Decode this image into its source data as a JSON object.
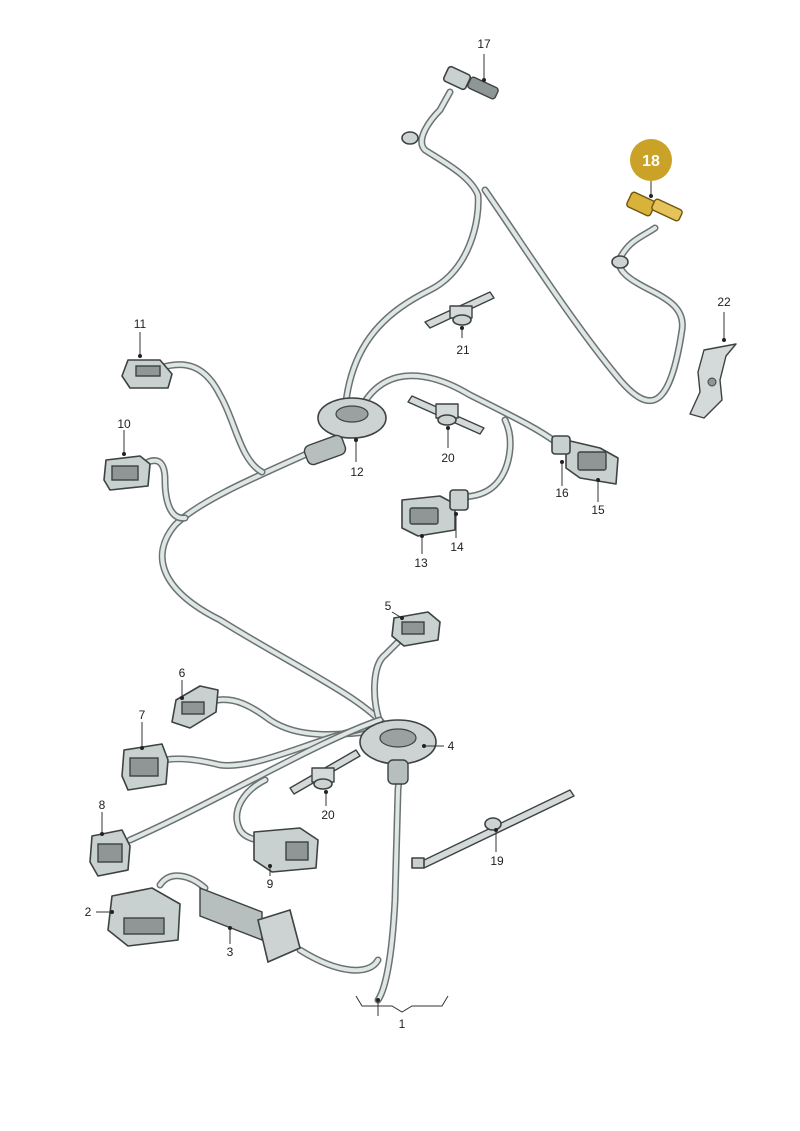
{
  "diagram": {
    "highlighted_part": "18",
    "highlight_color": "#c9a227",
    "labels": [
      "1",
      "2",
      "3",
      "4",
      "5",
      "6",
      "7",
      "8",
      "9",
      "10",
      "11",
      "12",
      "13",
      "14",
      "15",
      "16",
      "17",
      "18",
      "19",
      "20",
      "20",
      "21",
      "22"
    ]
  }
}
